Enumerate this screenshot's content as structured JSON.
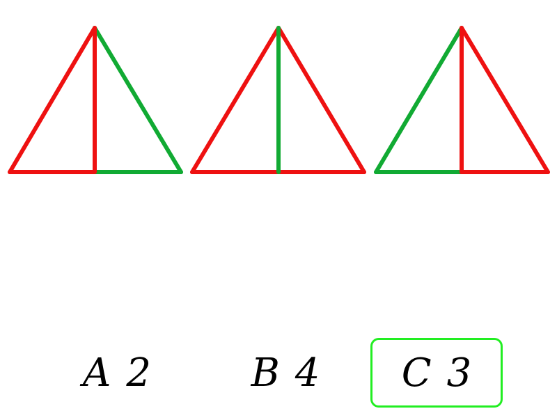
{
  "colors": {
    "red": "#ee1111",
    "green": "#11aa33",
    "selected_border": "#22ee22"
  },
  "figure": {
    "description_items": [
      {
        "name": "triangle-1",
        "left_side": "red",
        "base_left": "red",
        "median": "red",
        "right_side": "green",
        "base_right": "green"
      },
      {
        "name": "triangle-2",
        "left_side": "red",
        "base_left": "red",
        "median": "green",
        "right_side": "red",
        "base_right": "red"
      },
      {
        "name": "triangle-3",
        "left_side": "green",
        "base_left": "green",
        "median": "red",
        "right_side": "red",
        "base_right": "red"
      }
    ]
  },
  "options": [
    {
      "letter": "A",
      "value": "2",
      "selected": false
    },
    {
      "letter": "B",
      "value": "4",
      "selected": false
    },
    {
      "letter": "C",
      "value": "3",
      "selected": true
    }
  ]
}
